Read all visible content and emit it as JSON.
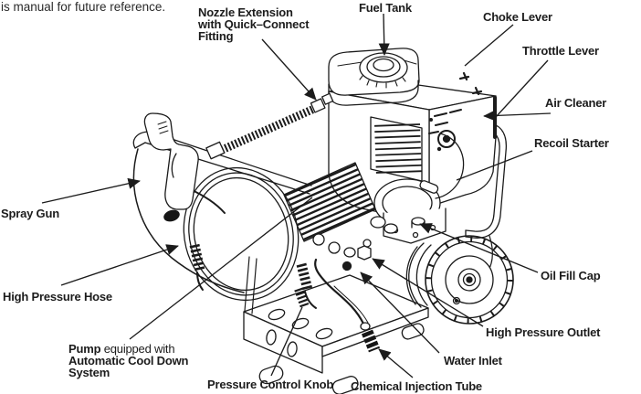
{
  "colors": {
    "ink": "#1b1b1b",
    "label_text": "#1c1c1c",
    "background": "#ffffff"
  },
  "note": "is manual for future reference.",
  "labels": {
    "nozzle_line1": "Nozzle Extension",
    "nozzle_line2": "with Quick–Connect",
    "nozzle_line3": "Fitting",
    "fuel_tank": "Fuel Tank",
    "choke_lever": "Choke Lever",
    "throttle_lever": "Throttle Lever",
    "air_cleaner": "Air Cleaner",
    "recoil_starter": "Recoil Starter",
    "spray_gun": "Spray Gun",
    "high_pressure_hose": "High Pressure Hose",
    "pump_bold": "Pump",
    "pump_rest": " equipped with",
    "pump_line2": "Automatic Cool Down",
    "pump_line3": "System",
    "pressure_control_knob": "Pressure Control Knob",
    "chemical_injection_tube": "Chemical Injection Tube",
    "water_inlet": "Water Inlet",
    "high_pressure_outlet": "High Pressure Outlet",
    "oil_fill_cap": "Oil Fill Cap"
  }
}
